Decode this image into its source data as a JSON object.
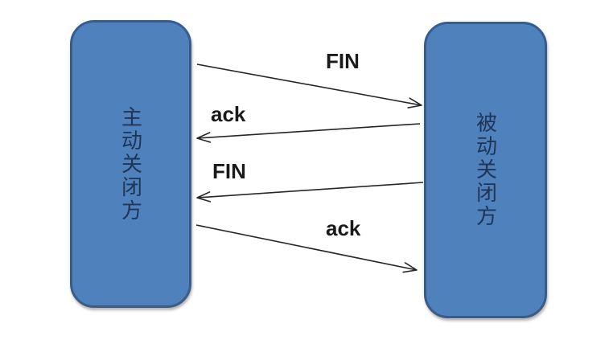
{
  "diagram": {
    "nodes": [
      {
        "id": "active-closer",
        "label": "主动关闭方"
      },
      {
        "id": "passive-closer",
        "label": "被动关闭方"
      }
    ],
    "messages": [
      {
        "label": "FIN",
        "from": "active-closer",
        "to": "passive-closer",
        "direction": "right"
      },
      {
        "label": "ack",
        "from": "passive-closer",
        "to": "active-closer",
        "direction": "left"
      },
      {
        "label": "FIN",
        "from": "passive-closer",
        "to": "active-closer",
        "direction": "left"
      },
      {
        "label": "ack",
        "from": "active-closer",
        "to": "passive-closer",
        "direction": "right"
      }
    ],
    "colors": {
      "node_fill": "#4F81BD",
      "node_border": "#385D8A",
      "node_text": "#1F3556",
      "arrow": "#262626"
    }
  }
}
